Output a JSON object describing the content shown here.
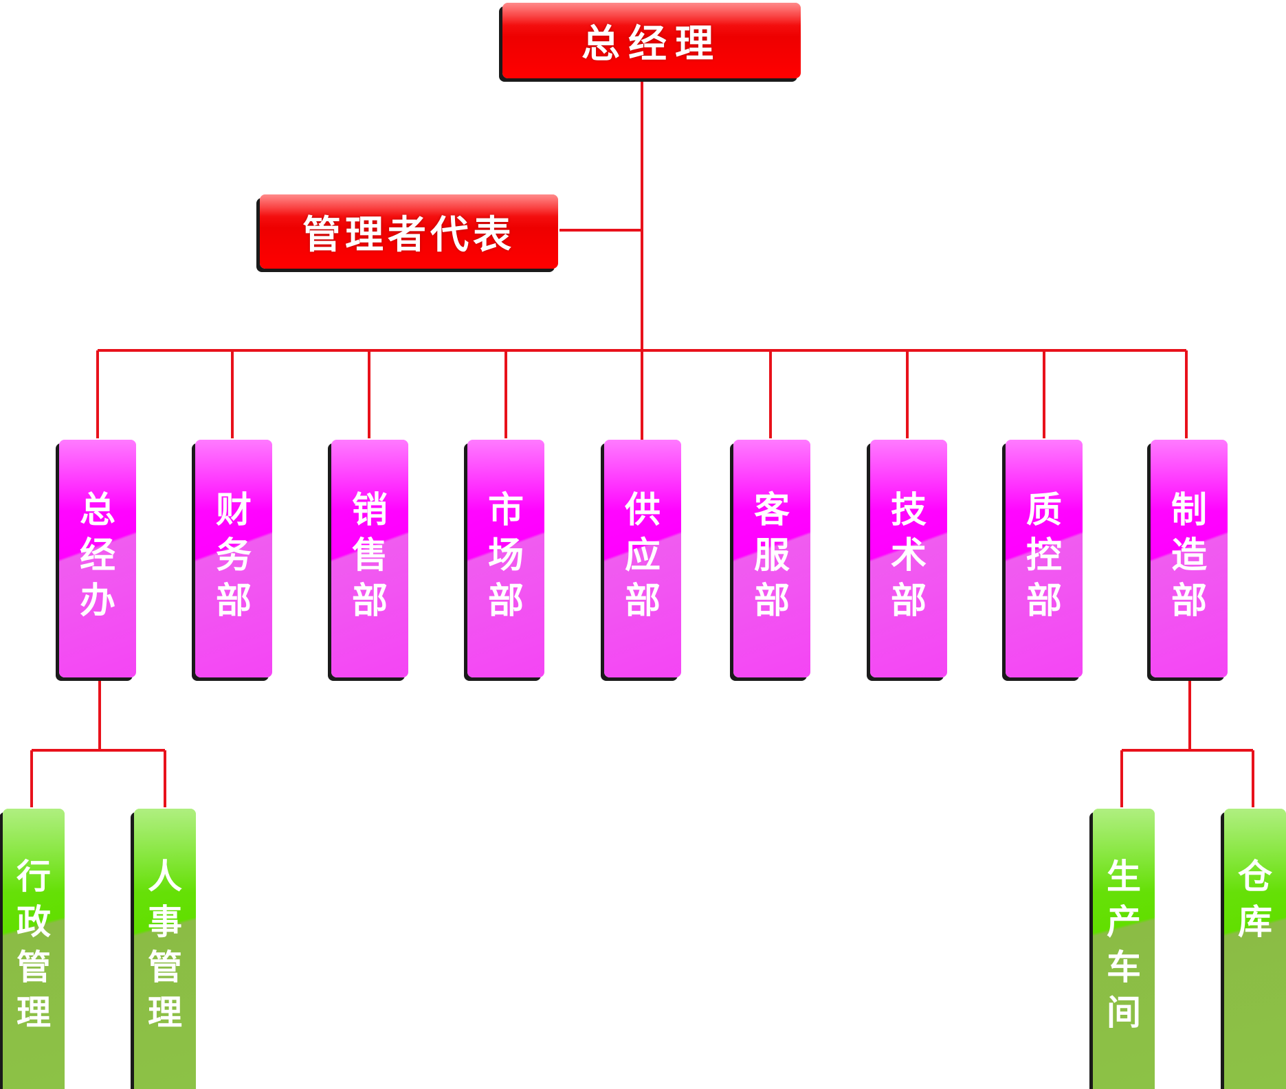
{
  "colors": {
    "line": "#e8111b",
    "top_box": "#ff0000",
    "department_box": "#ff00ff",
    "sub_box": "#6ade0f"
  },
  "top": {
    "label": "总经理"
  },
  "representative": {
    "label": "管理者代表"
  },
  "departments": [
    {
      "label": "总\n经\n办"
    },
    {
      "label": "财\n务\n部"
    },
    {
      "label": "销\n售\n部"
    },
    {
      "label": "市\n场\n部"
    },
    {
      "label": "供\n应\n部"
    },
    {
      "label": "客\n服\n部"
    },
    {
      "label": "技\n术\n部"
    },
    {
      "label": "质\n控\n部"
    },
    {
      "label": "制\n造\n部"
    }
  ],
  "sub_units": [
    {
      "label": "行\n政\n管\n理",
      "parent": "总经办"
    },
    {
      "label": "人\n事\n管\n理",
      "parent": "总经办"
    },
    {
      "label": "生\n产\n车\n间",
      "parent": "制造部"
    },
    {
      "label": "仓\n库",
      "parent": "制造部"
    }
  ]
}
